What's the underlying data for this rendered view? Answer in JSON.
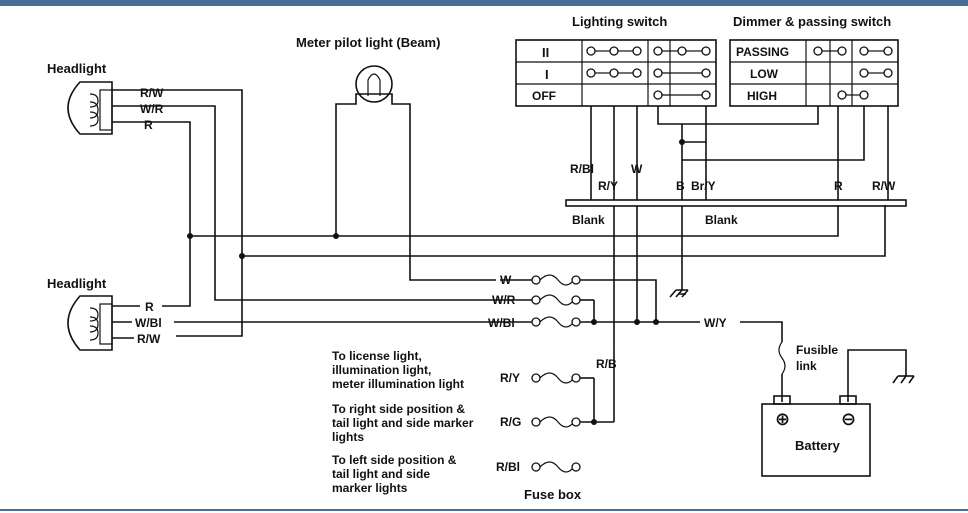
{
  "colors": {
    "frame": "#4a6e93",
    "ink": "#111111",
    "background": "#ffffff"
  },
  "headlight_top": {
    "title": "Headlight",
    "wires": [
      "R/W",
      "W/R",
      "R"
    ]
  },
  "headlight_bottom": {
    "title": "Headlight",
    "wires": [
      "R",
      "W/Bl",
      "R/W"
    ]
  },
  "meter_pilot": {
    "title": "Meter pilot light (Beam)"
  },
  "lighting_switch": {
    "title": "Lighting switch",
    "positions": [
      "II",
      "I",
      "OFF"
    ]
  },
  "dimmer_switch": {
    "title": "Dimmer & passing switch",
    "positions": [
      "PASSING",
      "LOW",
      "HIGH"
    ]
  },
  "switch_wires": [
    "R/Bl",
    "R/Y",
    "W",
    "B",
    "Br/Y",
    "R",
    "R/W"
  ],
  "connector": {
    "left": "Blank",
    "right": "Blank"
  },
  "fuse_wires": {
    "w": "W",
    "wr": "W/R",
    "wbl": "W/Bl",
    "wy": "W/Y",
    "rb": "R/B",
    "ry": "R/Y",
    "rg": "R/G",
    "rbl": "R/Bl"
  },
  "fusible_link": {
    "line1": "Fusible",
    "line2": "link"
  },
  "battery": {
    "label": "Battery",
    "plus": "⊕",
    "minus": "⊖"
  },
  "destinations": {
    "license": [
      "To license light,",
      "illumination light,",
      "meter illumination light"
    ],
    "right": [
      "To right side position &",
      "tail light and side marker",
      "lights"
    ],
    "left": [
      "To left side position &",
      "tail light and side",
      "marker lights"
    ]
  },
  "fuse_box": {
    "label": "Fuse box"
  }
}
